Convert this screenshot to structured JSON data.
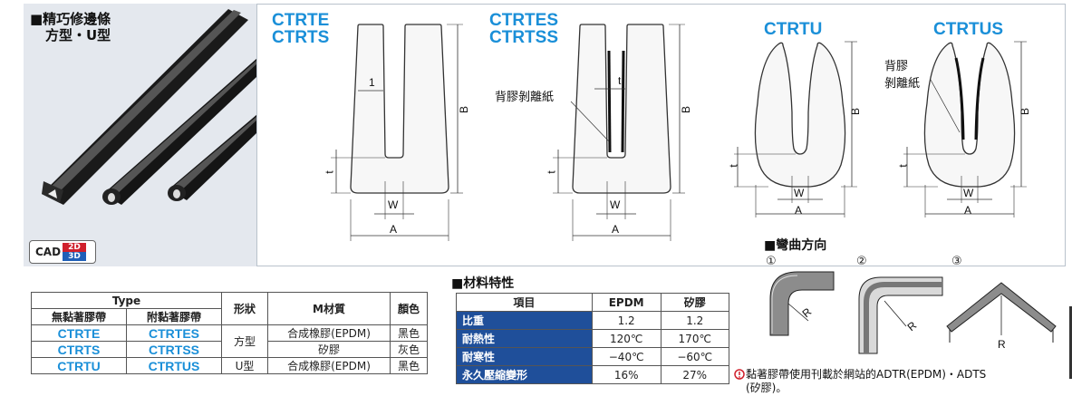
{
  "product": {
    "title_line1": "■精巧修邊條",
    "title_line2": "方型・U型",
    "cad_text": "CAD",
    "cad_2d": "2D",
    "cad_3d": "3D"
  },
  "colors": {
    "model_blue": "#1a8fd8",
    "header_navy": "#1f4f9a",
    "panel_bg": "#e4e8ee",
    "rubber_black": "#1a1a1a"
  },
  "drawings": {
    "d1": {
      "model_a": "CTRTE",
      "model_b": "CTRTS",
      "dim_top": "1",
      "dim_B": "B",
      "dim_t": "t",
      "dim_W": "W",
      "dim_A": "A"
    },
    "d2": {
      "model_a": "CTRTES",
      "model_b": "CTRTSS",
      "dim_top": "t",
      "dim_B": "B",
      "dim_t": "t",
      "dim_W": "W",
      "dim_A": "A",
      "callout": "背膠剝離紙"
    },
    "d3": {
      "model_a": "CTRTU",
      "dim_B": "B",
      "dim_t": "t",
      "dim_W": "W",
      "dim_A": "A"
    },
    "d4": {
      "model_a": "CTRTUS",
      "dim_B": "B",
      "dim_t": "t",
      "dim_W": "W",
      "dim_A": "A",
      "callout_line1": "背膠",
      "callout_line2": "剝離紙"
    }
  },
  "bend": {
    "title": "■彎曲方向",
    "marks": [
      "①",
      "②",
      "③"
    ],
    "r_label": "R"
  },
  "type_table": {
    "header_type": "Type",
    "header_no_tape": "無黏著膠帶",
    "header_with_tape": "附黏著膠帶",
    "header_shape": "形狀",
    "header_material": "M材質",
    "header_color": "顏色",
    "rows": [
      {
        "no_tape": "CTRTE",
        "with_tape": "CTRTES",
        "shape": "方型",
        "material": "合成橡膠(EPDM)",
        "color": "黑色"
      },
      {
        "no_tape": "CTRTS",
        "with_tape": "CTRTSS",
        "shape": "",
        "material": "矽膠",
        "color": "灰色"
      },
      {
        "no_tape": "CTRTU",
        "with_tape": "CTRTUS",
        "shape": "U型",
        "material": "合成橡膠(EPDM)",
        "color": "黑色"
      }
    ]
  },
  "prop_table": {
    "title": "■材料特性",
    "headers": [
      "項目",
      "EPDM",
      "矽膠"
    ],
    "rows": [
      {
        "item": "比重",
        "epdm": "1.2",
        "silicone": "1.2"
      },
      {
        "item": "耐熱性",
        "epdm": "120℃",
        "silicone": "170℃"
      },
      {
        "item": "耐寒性",
        "epdm": "−40℃",
        "silicone": "−60℃"
      },
      {
        "item": "永久壓縮變形",
        "epdm": "16%",
        "silicone": "27%"
      }
    ]
  },
  "note": {
    "line1": "黏著膠帶使用刊載於網站的ADTR(EPDM)・ADTS",
    "line2": "(矽膠)。"
  }
}
